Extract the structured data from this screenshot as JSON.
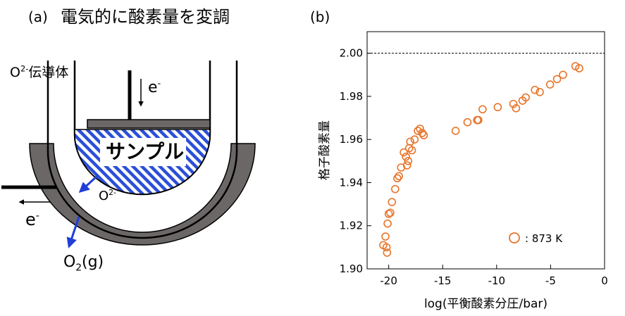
{
  "panel_a": {
    "label": "(a)",
    "title": "電気的に酸素量を変調",
    "conductor_label_main": "O",
    "conductor_label_sup": "2-",
    "conductor_label_rest": "伝導体",
    "electron_top_main": "e",
    "electron_top_sup": "-",
    "electron_left_main": "e",
    "electron_left_sup": "-",
    "oxide_main": "O",
    "oxide_sup": "2-",
    "sample": "サンプル",
    "gas_main": "O",
    "gas_sub": "2",
    "gas_rest": "(g)",
    "colors": {
      "hatch": "#2b4fd8",
      "crucible": "#6b6767",
      "arrow": "#1f3fd8"
    }
  },
  "panel_b": {
    "label": "(b)"
  },
  "chart_data": {
    "type": "scatter",
    "xlabel": "log(平衡酸素分圧/bar)",
    "ylabel": "格子酸素量",
    "xlim": [
      -22,
      0
    ],
    "ylim": [
      1.9,
      2.01
    ],
    "xticks": [
      -20,
      -15,
      -10,
      -5,
      0
    ],
    "yticks": [
      1.9,
      1.92,
      1.94,
      1.96,
      1.98,
      2.0
    ],
    "ytick_labels": [
      "1.90",
      "1.92",
      "1.94",
      "1.96",
      "1.98",
      "2.00"
    ],
    "reference_line": 2.0,
    "grid": false,
    "legend_position": "bottom-right",
    "marker_color": "#e8742a",
    "series": [
      {
        "name": ": 873 K",
        "x": [
          -20.5,
          -20.3,
          -20.2,
          -20.15,
          -20.1,
          -20.0,
          -19.85,
          -19.7,
          -19.4,
          -19.2,
          -19.05,
          -18.85,
          -18.6,
          -18.4,
          -18.3,
          -18.2,
          -18.1,
          -18.0,
          -17.85,
          -17.6,
          -17.3,
          -17.1,
          -16.9,
          -16.75,
          -13.8,
          -12.7,
          -11.8,
          -11.7,
          -11.3,
          -9.9,
          -8.45,
          -8.2,
          -7.6,
          -7.3,
          -6.45,
          -6.0,
          -5.05,
          -4.4,
          -3.85,
          -2.7,
          -2.35
        ],
        "y": [
          1.911,
          1.915,
          1.91,
          1.9075,
          1.921,
          1.9255,
          1.926,
          1.931,
          1.937,
          1.942,
          1.943,
          1.947,
          1.954,
          1.952,
          1.948,
          1.95,
          1.956,
          1.959,
          1.955,
          1.96,
          1.964,
          1.965,
          1.963,
          1.962,
          1.964,
          1.968,
          1.969,
          1.969,
          1.974,
          1.975,
          1.9765,
          1.9745,
          1.978,
          1.9795,
          1.983,
          1.982,
          1.9855,
          1.988,
          1.99,
          1.994,
          1.993
        ]
      }
    ]
  }
}
